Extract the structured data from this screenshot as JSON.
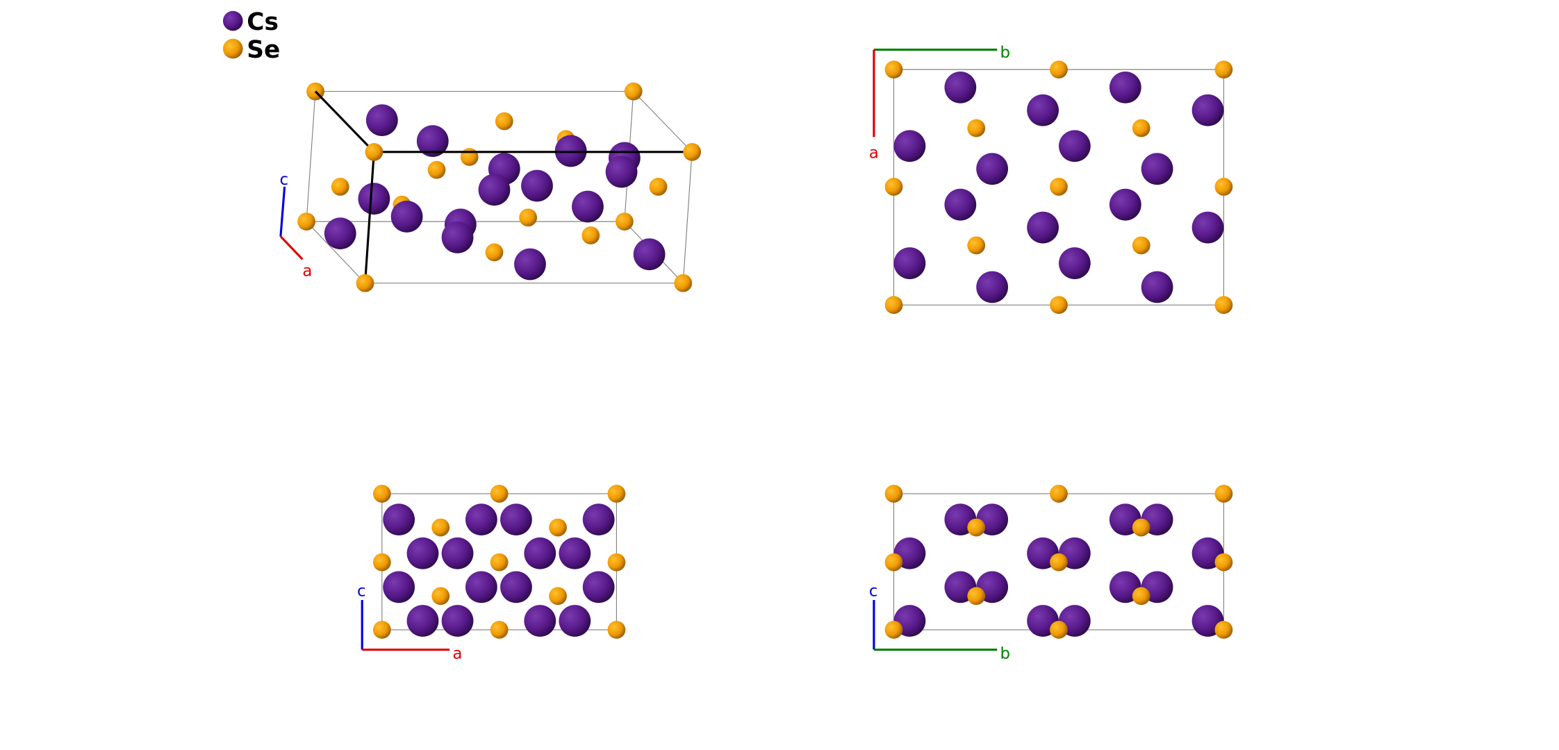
{
  "legend": [
    {
      "element": "Cs",
      "color": "#5a1a8c"
    },
    {
      "element": "Se",
      "color": "#f0a000"
    }
  ],
  "axis_colors": {
    "a": "#e00000",
    "b": "#008000",
    "c": "#0000e0"
  },
  "views": [
    {
      "name": "perspective",
      "axes": [
        "c",
        "a"
      ]
    },
    {
      "name": "along-c",
      "axes": [
        "b",
        "a"
      ]
    },
    {
      "name": "along-b",
      "axes": [
        "c",
        "a"
      ]
    },
    {
      "name": "along-a",
      "axes": [
        "c",
        "b"
      ]
    }
  ],
  "labels": {
    "a": "a",
    "b": "b",
    "c": "c"
  }
}
